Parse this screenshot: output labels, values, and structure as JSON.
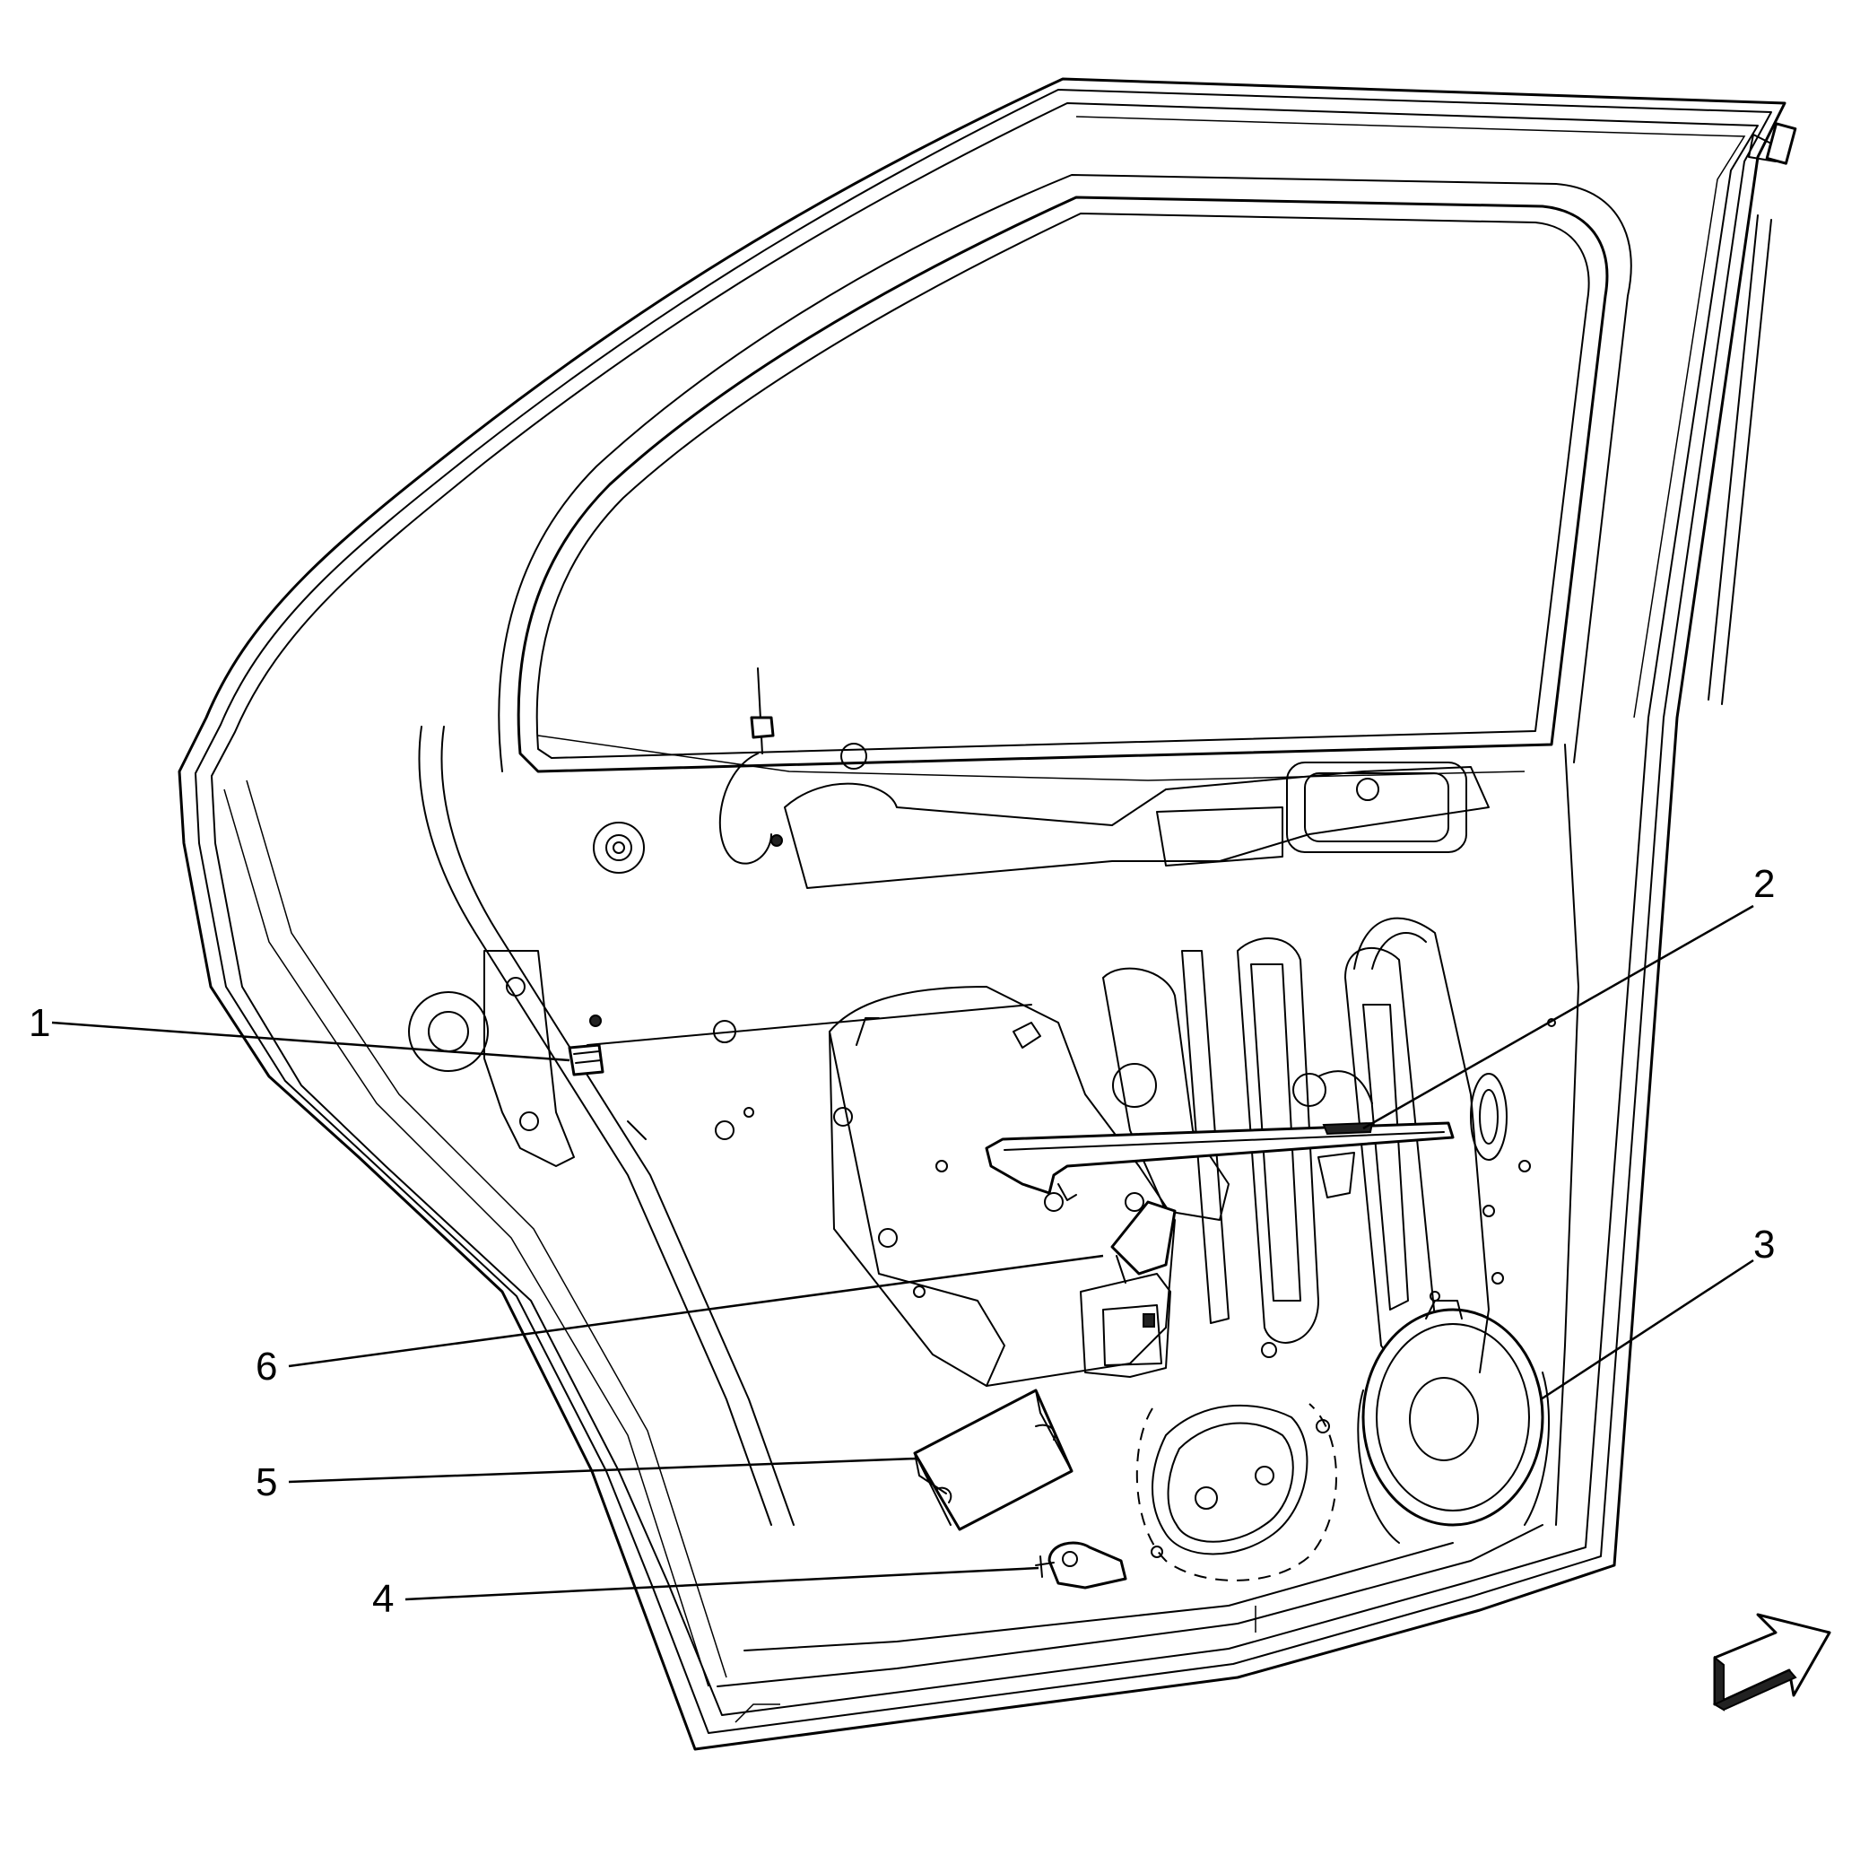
{
  "diagram": {
    "callouts": [
      {
        "id": "1",
        "label": "1"
      },
      {
        "id": "2",
        "label": "2"
      },
      {
        "id": "3",
        "label": "3"
      },
      {
        "id": "4",
        "label": "4"
      },
      {
        "id": "5",
        "label": "5"
      },
      {
        "id": "6",
        "label": "6"
      }
    ],
    "icons": {
      "direction_arrow": "forward-arrow-icon"
    }
  }
}
